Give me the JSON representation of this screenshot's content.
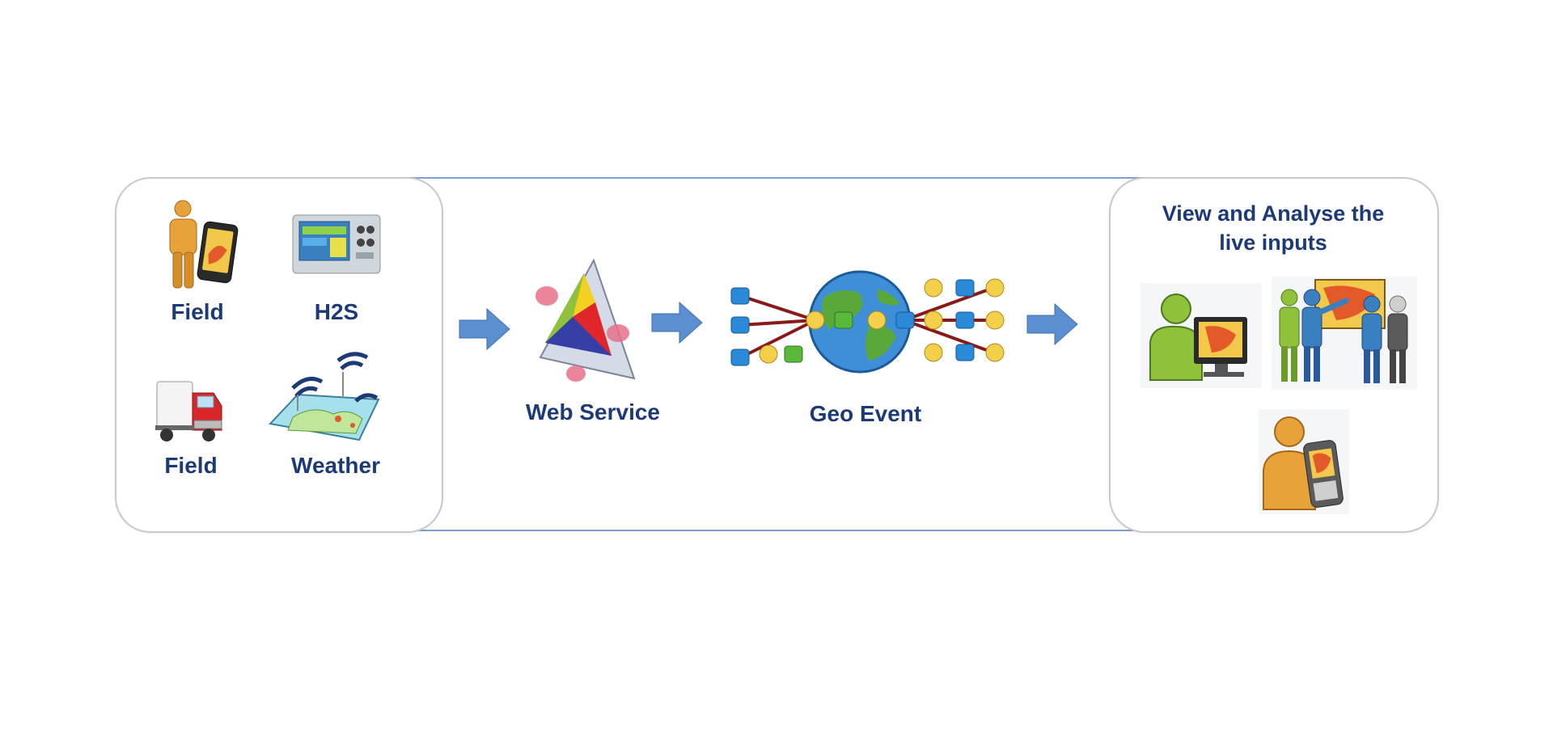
{
  "sources": {
    "items": [
      {
        "label": "Field",
        "icon": "person-phone-icon"
      },
      {
        "label": "H2S",
        "icon": "h2s-monitor-icon"
      },
      {
        "label": "Field",
        "icon": "truck-icon"
      },
      {
        "label": "Weather",
        "icon": "weather-map-icon"
      }
    ]
  },
  "pipeline": {
    "web_service": {
      "label": "Web Service",
      "icon": "web-service-prism-icon"
    },
    "geo_event": {
      "label": "Geo Event",
      "icon": "globe-network-icon"
    }
  },
  "output": {
    "heading_line1": "View and Analyse the",
    "heading_line2": "live inputs",
    "icons": [
      "desktop-user-icon",
      "team-presentation-icon",
      "mobile-user-icon"
    ]
  },
  "colors": {
    "label_text": "#1d3a78",
    "arrow": "#5b8fd0",
    "frame_line": "#7f9fd4",
    "panel_border": "#c9c9c9"
  }
}
